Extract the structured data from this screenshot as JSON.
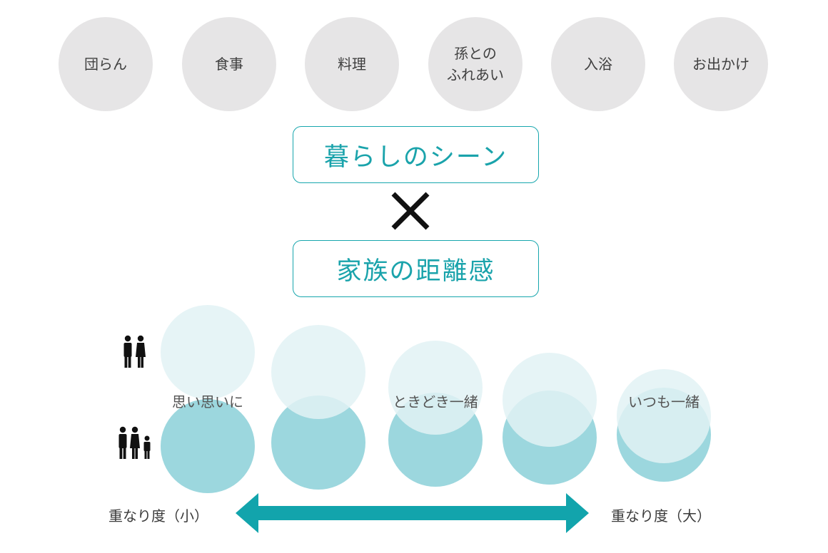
{
  "scenes": [
    "団らん",
    "食事",
    "料理",
    "孫との\nふれあい",
    "入浴",
    "お出かけ"
  ],
  "headings": {
    "scenes": "暮らしのシーン",
    "distance": "家族の距離感"
  },
  "rows": {
    "couple": {
      "icon": "couple-icon"
    },
    "family": {
      "icon": "family-icon"
    }
  },
  "overlap_levels": [
    {
      "label": "思い思いに",
      "overlap": 0.0
    },
    {
      "label": "",
      "overlap": 0.25
    },
    {
      "label": "ときどき一緒",
      "overlap": 0.45
    },
    {
      "label": "",
      "overlap": 0.6
    },
    {
      "label": "いつも一緒",
      "overlap": 0.8
    }
  ],
  "scale": {
    "min_label": "重なり度（小）",
    "max_label": "重なり度（大）"
  },
  "colors": {
    "scene_circle": "#e6e5e6",
    "accent": "#17a6ad",
    "family_circle": "#9cd7de",
    "couple_circle": "#e2f2f4",
    "arrow": "#12a4ac"
  }
}
